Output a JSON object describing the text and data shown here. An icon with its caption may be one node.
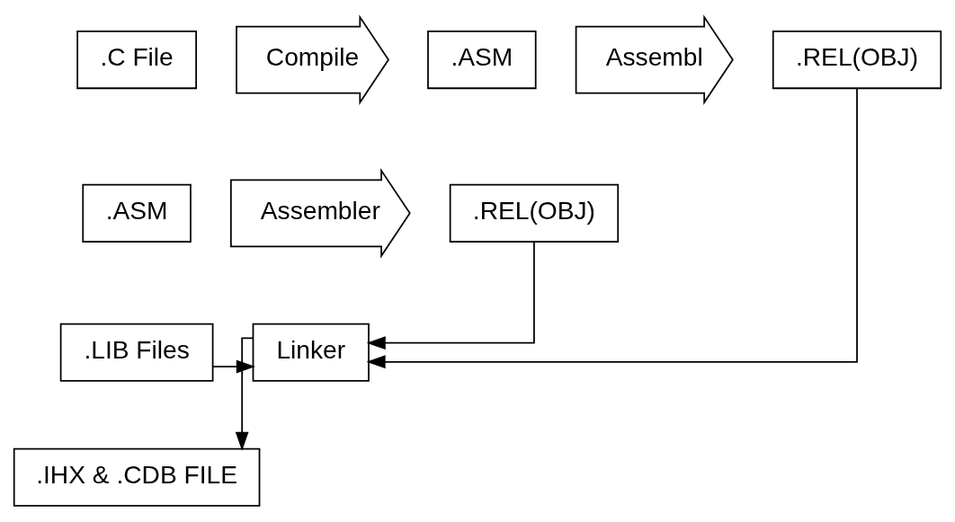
{
  "diagram": {
    "nodes": [
      {
        "text": [
          ".C File"
        ]
      },
      {
        "text": [
          "Compile"
        ]
      },
      {
        "text": [
          ".ASM"
        ]
      },
      {
        "text": [
          "Assembl"
        ]
      },
      {
        "text": [
          ".REL(OBJ)"
        ]
      },
      {
        "text": [
          ".ASM"
        ]
      },
      {
        "text": [
          "Assembler"
        ]
      },
      {
        "text": [
          ".REL(OBJ)"
        ]
      },
      {
        "text": [
          ".LIB Files"
        ]
      },
      {
        "text": [
          "Linker"
        ]
      },
      {
        "text": [
          ".IHX & .CDB FILE"
        ]
      }
    ],
    "edges": [
      {
        "from": 4,
        "to": 9,
        "arrow": "to"
      },
      {
        "from": 7,
        "to": 9,
        "arrow": "to"
      },
      {
        "from": 8,
        "to": 9,
        "arrow": "to"
      },
      {
        "from": 9,
        "to": 10,
        "arrow": "to"
      }
    ]
  }
}
